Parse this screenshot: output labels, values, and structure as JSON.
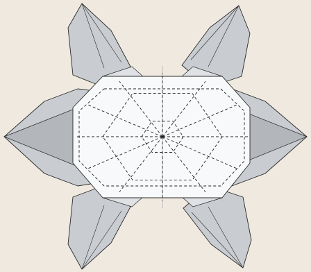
{
  "figure": {
    "subject": "origami-star-crease-pattern",
    "colors": {
      "background": "#efe9df",
      "petal": "#c9ccd0",
      "petal_dark": "#b3b6bb",
      "petal_light": "#dfe1e4",
      "center": "#f8f9fb",
      "line": "#2a2a2a"
    },
    "petal_count": 6,
    "hexagon_rings": 2,
    "radial_dashed_lines": 12
  }
}
